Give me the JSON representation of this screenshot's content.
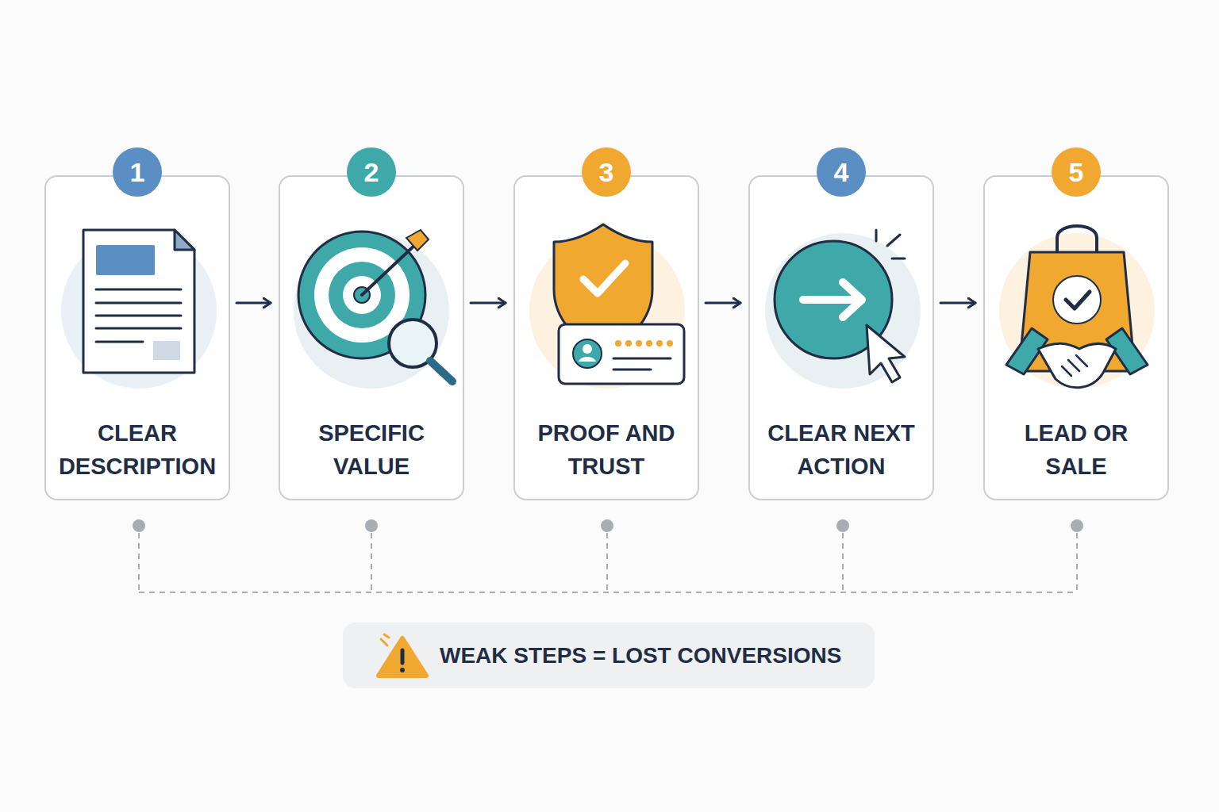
{
  "diagram": {
    "nodes": [
      {
        "text": [
          "CLEAR DESCRIPTION"
        ]
      },
      {
        "text": [
          "SPECIFIC VALUE"
        ]
      },
      {
        "text": [
          "PROOF AND TRUST"
        ]
      },
      {
        "text": [
          "CLEAR NEXT ACTION"
        ]
      },
      {
        "text": [
          "LEAD OR SALE"
        ]
      },
      {
        "text": [
          "WEAK STEPS = LOST CONVERSIONS"
        ]
      }
    ],
    "edges": [
      {
        "from": 0,
        "to": 1,
        "arrow": "to"
      },
      {
        "from": 1,
        "to": 2,
        "arrow": "to"
      },
      {
        "from": 2,
        "to": 3,
        "arrow": "to"
      },
      {
        "from": 3,
        "to": 4,
        "arrow": "to"
      }
    ],
    "labels": [
      "1",
      "2",
      "3",
      "4",
      "5"
    ]
  }
}
